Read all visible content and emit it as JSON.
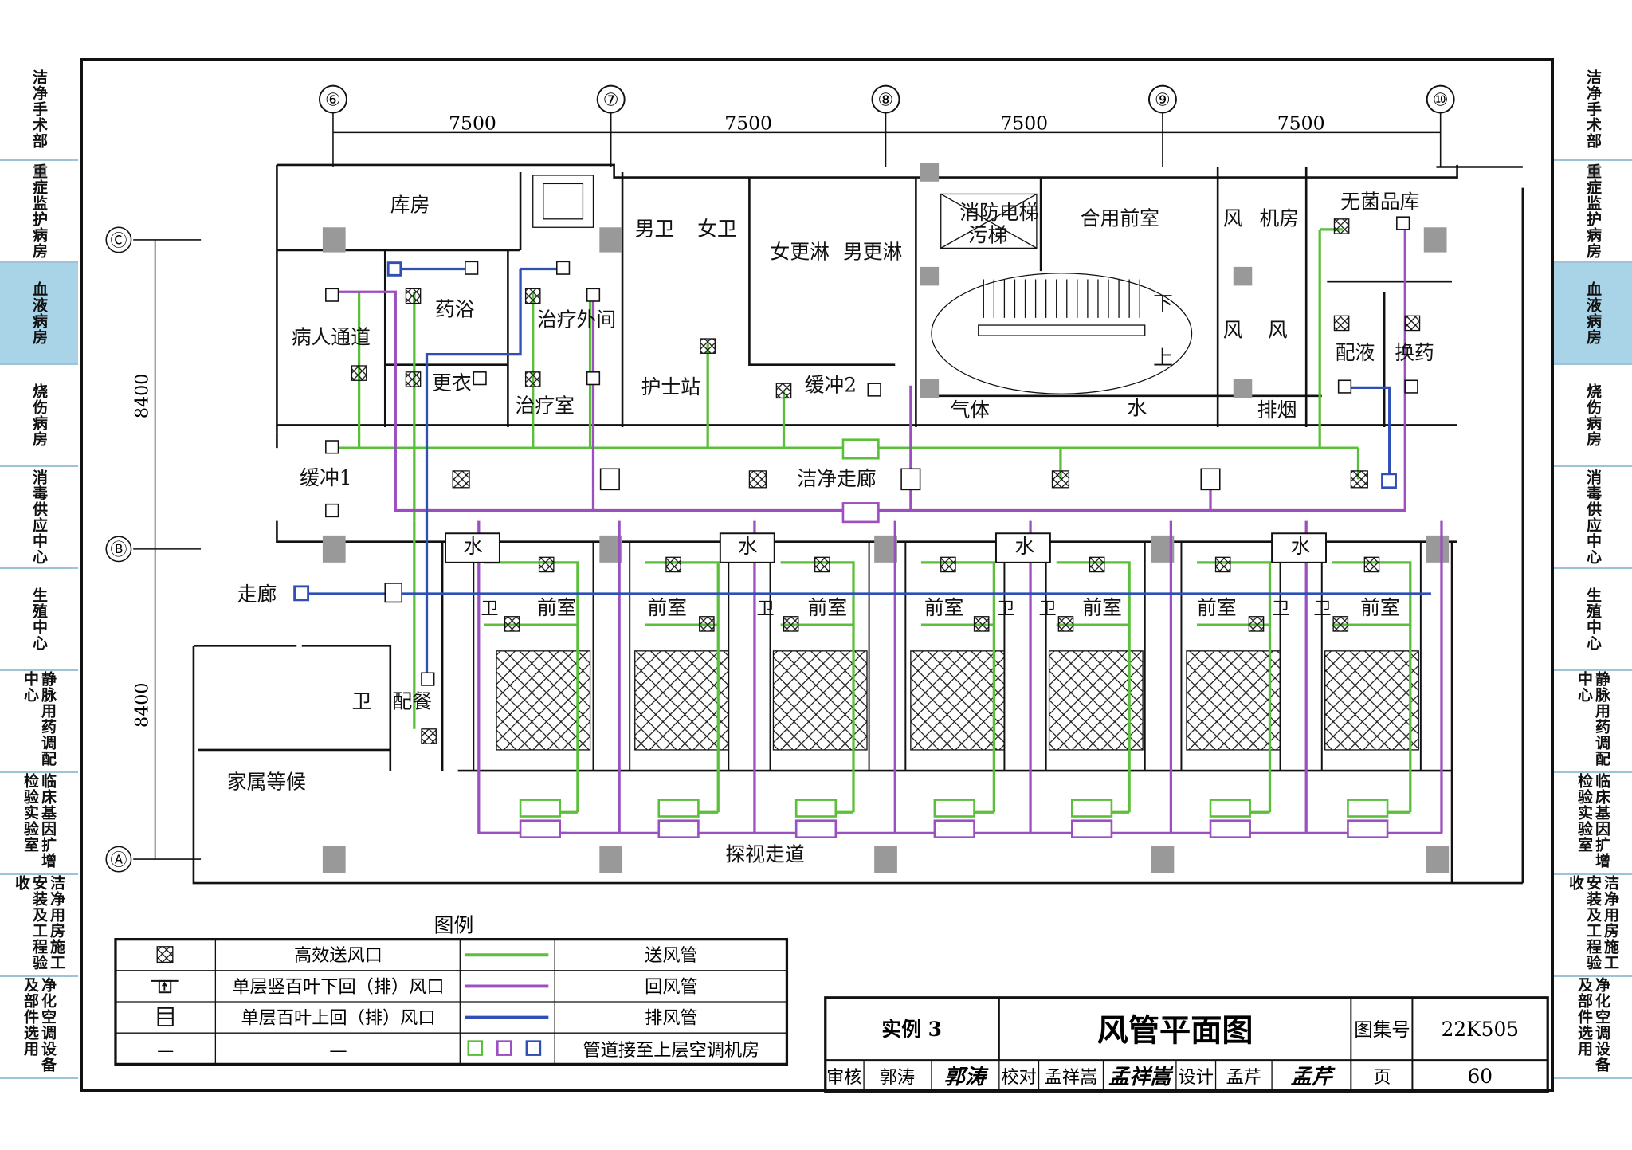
{
  "side_tabs": {
    "left": [
      "洁净手术部",
      "重症监护病房",
      "血液病房",
      "烧伤病房",
      "消毒供应中心",
      "生殖中心",
      "静脉用药调配中心",
      "临床基因扩增检验实验室",
      "洁净用房施工安装及工程验收",
      "净化空调设备及部件选用"
    ],
    "right": [
      "洁净手术部",
      "重症监护病房",
      "血液病房",
      "烧伤病房",
      "消毒供应中心",
      "生殖中心",
      "静脉用药调配中心",
      "临床基因扩增检验实验室",
      "洁净用房施工安装及工程验收",
      "净化空调设备及部件选用"
    ],
    "active_index": 2
  },
  "plan": {
    "axes": [
      "⑥",
      "⑦",
      "⑧",
      "⑨",
      "⑩"
    ],
    "row_axes": [
      "Ⓒ",
      "Ⓑ",
      "Ⓐ"
    ],
    "spans": [
      "7500",
      "7500",
      "7500",
      "7500"
    ],
    "row_spans": [
      "8400",
      "8400"
    ],
    "rooms": {
      "storage": "库房",
      "patient_passage": "病人通道",
      "medicated_bath": "药浴",
      "treatment_outer": "治疗外间",
      "changing": "更衣",
      "treatment_room": "治疗室",
      "men_wc": "男卫",
      "women_wc": "女卫",
      "women_shower": "女更淋",
      "men_shower": "男更淋",
      "fire_elevator": "消防电梯",
      "dirty_elevator": "污梯",
      "shared_lobby": "合用前室",
      "fan1": "风",
      "machine_room": "机房",
      "sterile_store": "无菌品库",
      "down": "下",
      "up": "上",
      "fan2": "风",
      "fan3": "风",
      "dispensing": "配液",
      "dressing": "换药",
      "nurse_station": "护士站",
      "buffer2": "缓冲2",
      "gas": "气体",
      "water_shaft": "水",
      "smoke_exhaust": "排烟",
      "buffer1": "缓冲1",
      "clean_corridor": "洁净走廊",
      "corridor": "走廊",
      "wc": "卫",
      "meal_prep": "配餐",
      "family_waiting": "家属等候",
      "visit_corridor": "探视走道",
      "water": "水",
      "anteroom": "前室",
      "toilet": "卫"
    }
  },
  "legend": {
    "title": "图例",
    "rows": [
      {
        "symbol": "high-efficiency-supply-outlet-icon",
        "label": "高效送风口",
        "line_color": "#5cbf3a",
        "line_label": "送风管"
      },
      {
        "symbol": "single-vertical-louver-return-icon",
        "label": "单层竖百叶下回（排）风口",
        "line_color": "#9b4fc0",
        "line_label": "回风管"
      },
      {
        "symbol": "single-louver-upper-return-icon",
        "label": "单层百叶上回（排）风口",
        "line_color": "#2f4fb5",
        "line_label": "排风管"
      },
      {
        "symbol": "dash",
        "label": "—",
        "symbol2": "—",
        "line_label": "管道接至上层空调机房"
      }
    ]
  },
  "title_block": {
    "example": "实例 3",
    "drawing_title": "风管平面图",
    "atlas_label": "图集号",
    "atlas_no": "22K505",
    "review_label": "审核",
    "reviewer": "郭涛",
    "reviewer_sig": "郭涛",
    "check_label": "校对",
    "checker": "孟祥嵩",
    "checker_sig": "孟祥嵩",
    "design_label": "设计",
    "designer": "孟芹",
    "designer_sig": "孟芹",
    "page_label": "页",
    "page_no": "60"
  },
  "colors": {
    "supply": "#5cbf3a",
    "return": "#9b4fc0",
    "exhaust": "#2f4fb5",
    "active_tab": "#a9d3e6"
  }
}
